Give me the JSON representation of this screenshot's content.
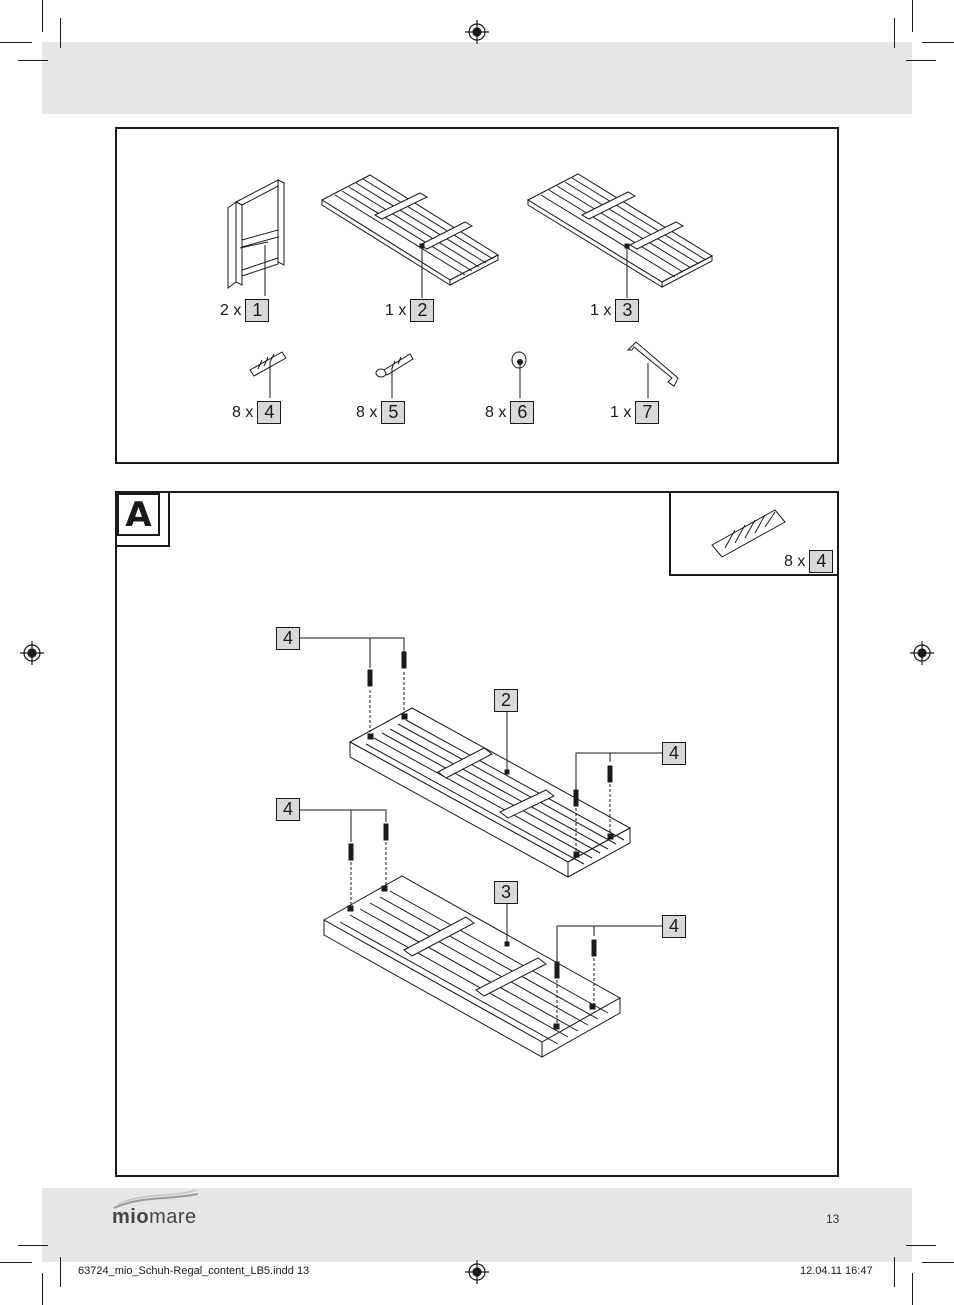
{
  "parts": [
    {
      "qty": "2 x",
      "num": "1"
    },
    {
      "qty": "1 x",
      "num": "2"
    },
    {
      "qty": "1 x",
      "num": "3"
    },
    {
      "qty": "8 x",
      "num": "4"
    },
    {
      "qty": "8 x",
      "num": "5"
    },
    {
      "qty": "8 x",
      "num": "6"
    },
    {
      "qty": "1 x",
      "num": "7"
    }
  ],
  "step": {
    "letter": "A",
    "callout_qty": "8 x",
    "callout_num": "4",
    "labels": [
      "4",
      "2",
      "4",
      "4",
      "3",
      "4"
    ]
  },
  "footer": {
    "brand_bold": "mio",
    "brand_rest": "mare",
    "page_number": "13",
    "slug_file": "63724_mio_Schuh-Regal_content_LB5.indd   13",
    "slug_date": "12.04.11   16:47"
  }
}
